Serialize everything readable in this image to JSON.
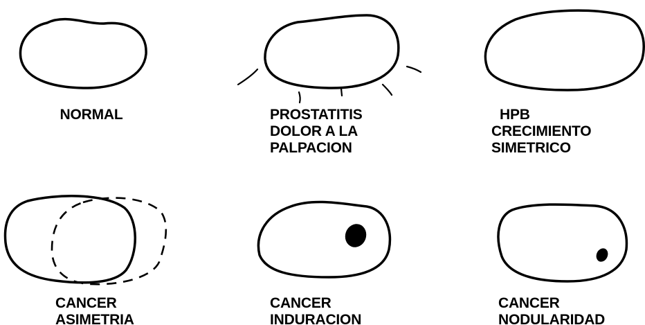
{
  "panels": [
    {
      "id": "normal",
      "lines": [
        "NORMAL"
      ]
    },
    {
      "id": "prostatitis",
      "lines": [
        "PROSTATITIS",
        "DOLOR A LA",
        "PALPACION"
      ]
    },
    {
      "id": "hpb",
      "lines": [
        "HPB",
        "CRECIMIENTO",
        "SIMETRICO"
      ]
    },
    {
      "id": "cancer-asimetria",
      "lines": [
        "CANCER",
        "ASIMETRIA"
      ]
    },
    {
      "id": "cancer-induracion",
      "lines": [
        "CANCER",
        "INDURACION"
      ]
    },
    {
      "id": "cancer-nodularidad",
      "lines": [
        "CANCER",
        "NODULARIDAD"
      ]
    }
  ],
  "colors": {
    "ink": "#000000",
    "background": "#ffffff"
  }
}
